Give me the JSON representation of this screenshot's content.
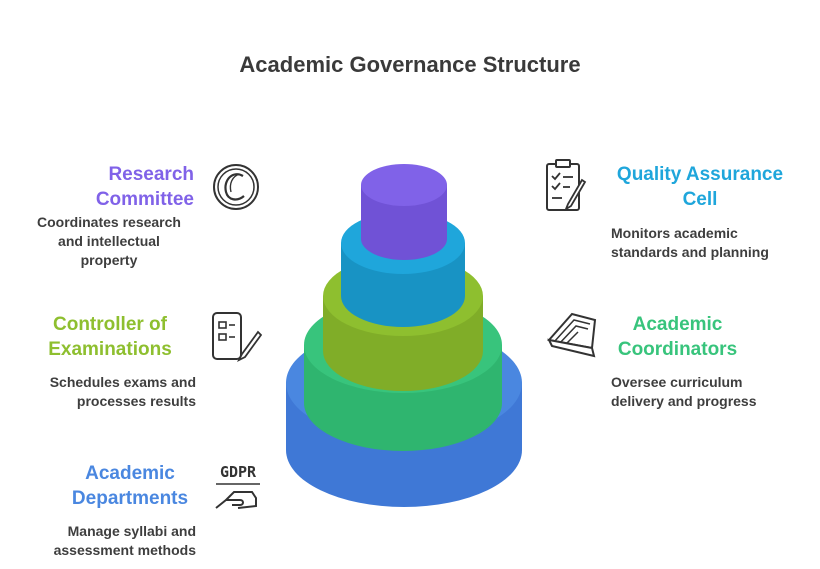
{
  "title": "Academic Governance Structure",
  "colors": {
    "level1": "#8062e8",
    "level2": "#1fa6db",
    "level3": "#8ebf2f",
    "level4": "#38c47c",
    "level5": "#4a87e0"
  },
  "items": [
    {
      "title_line1": "Research",
      "title_line2": "Committee",
      "desc_line1": "Coordinates research",
      "desc_line2": "and intellectual",
      "desc_line3": "property",
      "color": "#8062e8",
      "icon": "copyright-icon"
    },
    {
      "title_line1": "Quality Assurance",
      "title_line2": "Cell",
      "desc_line1": "Monitors academic",
      "desc_line2": "standards and planning",
      "color": "#1fa6db",
      "icon": "checklist-clipboard-icon"
    },
    {
      "title_line1": "Controller of",
      "title_line2": "Examinations",
      "desc_line1": "Schedules exams and",
      "desc_line2": "processes results",
      "color": "#8ebf2f",
      "icon": "exam-sheet-pencil-icon"
    },
    {
      "title_line1": "Academic",
      "title_line2": "Coordinators",
      "desc_line1": "Oversee curriculum",
      "desc_line2": "delivery and progress",
      "color": "#38c47c",
      "icon": "open-book-icon"
    },
    {
      "title_line1": "Academic",
      "title_line2": "Departments",
      "desc_line1": "Manage syllabi and",
      "desc_line2": "assessment methods",
      "color": "#4a87e0",
      "icon": "gdpr-hand-icon",
      "icon_text": "GDPR"
    }
  ]
}
